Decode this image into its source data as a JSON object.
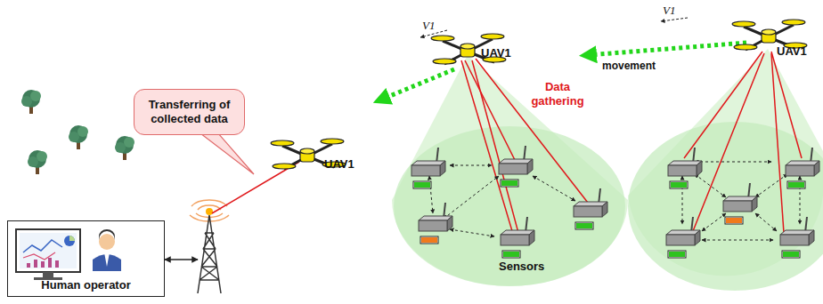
{
  "diagram": {
    "nodes": [
      {
        "text": [
          "Transferring of collected data"
        ]
      },
      {
        "text": [
          "Human operator"
        ]
      }
    ],
    "labels": [
      "UAV1",
      "UAV1",
      "UAV1",
      "V1",
      "V1",
      "movement",
      "Data gathering",
      "Sensors"
    ]
  }
}
